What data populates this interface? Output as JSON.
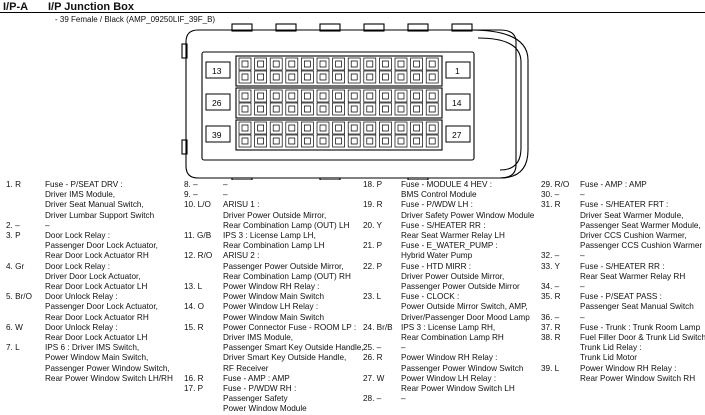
{
  "header": {
    "code": "I/P-A",
    "title": "I/P Junction Box",
    "subtitle": "- 39 Female / Black (AMP_09250LIF_39F_B)"
  },
  "connector": {
    "labels": {
      "r1_left": "13",
      "r1_right": "1",
      "r2_left": "26",
      "r2_right": "14",
      "r3_left": "39",
      "r3_right": "27"
    }
  },
  "pins": {
    "col1": [
      {
        "num": "1. R",
        "lines": [
          "Fuse - P/SEAT DRV :",
          "Driver IMS Module,",
          "Driver Seat Manual Switch,",
          "Driver Lumbar Support Switch"
        ]
      },
      {
        "num": "2. –",
        "lines": [
          "–"
        ]
      },
      {
        "num": "3. P",
        "lines": [
          "Door Lock Relay :",
          "Passenger Door Lock Actuator,",
          "Rear Door Lock Actuator RH"
        ]
      },
      {
        "num": "4. Gr",
        "lines": [
          "Door Lock Relay :",
          "Driver Door Lock Actuator,",
          "Rear Door Lock Actuator LH"
        ]
      },
      {
        "num": "5. Br/O",
        "lines": [
          "Door Unlock Relay :",
          "Passenger Door Lock Actuator,",
          "Rear Door Lock Actuator RH"
        ]
      },
      {
        "num": "6. W",
        "lines": [
          "Door Unlock Relay :",
          "Rear Door Lock Actuator LH"
        ]
      },
      {
        "num": "7. L",
        "lines": [
          "IPS 6 : Driver IMS Switch,",
          "Power Window Main Switch,",
          "Passenger Power Window Switch,",
          "Rear Power Window Switch LH/RH"
        ]
      }
    ],
    "col2": [
      {
        "num": "8. –",
        "lines": [
          "–"
        ]
      },
      {
        "num": "9. –",
        "lines": [
          "–"
        ]
      },
      {
        "num": "10. L/O",
        "lines": [
          "ARISU 1 :",
          "Driver Power Outside Mirror,",
          "Rear Combination Lamp (OUT) LH"
        ]
      },
      {
        "num": "11. G/B",
        "lines": [
          "IPS 3 : License Lamp LH,",
          "Rear Combination Lamp LH"
        ]
      },
      {
        "num": "12. R/O",
        "lines": [
          "ARISU 2 :",
          "Passenger Power Outside Mirror,",
          "Rear Combination Lamp (OUT) RH"
        ]
      },
      {
        "num": "13. L",
        "lines": [
          "Power Window RH Relay :",
          "Power Window Main Switch"
        ]
      },
      {
        "num": "14. O",
        "lines": [
          "Power Window LH Relay :",
          "Power Window Main Switch"
        ]
      },
      {
        "num": "15. R",
        "lines": [
          "Power Connector Fuse - ROOM LP :",
          "Driver IMS Module,",
          "Passenger Smart Key Outside Handle,",
          "Driver Smart Key Outside Handle,",
          "RF Receiver"
        ]
      },
      {
        "num": "16. R",
        "lines": [
          "Fuse - AMP : AMP"
        ]
      },
      {
        "num": "17. P",
        "lines": [
          "Fuse - P/WDW RH :",
          "Passenger Safety",
          "Power Window Module"
        ]
      }
    ],
    "col3": [
      {
        "num": "18. P",
        "lines": [
          "Fuse - MODULE 4 HEV :",
          "BMS Control Module"
        ]
      },
      {
        "num": "19. R",
        "lines": [
          "Fuse - P/WDW LH :",
          "Driver Safety Power Window Module"
        ]
      },
      {
        "num": "20. Y",
        "lines": [
          "Fuse - S/HEATER RR :",
          "Rear Seat Warmer Relay LH"
        ]
      },
      {
        "num": "21. P",
        "lines": [
          "Fuse - E_WATER_PUMP :",
          "Hybrid Water Pump"
        ]
      },
      {
        "num": "22. P",
        "lines": [
          "Fuse - HTD MIRR :",
          "Driver Power Outside Mirror,",
          "Passenger Power Outside Mirror"
        ]
      },
      {
        "num": "23. L",
        "lines": [
          "Fuse - CLOCK :",
          "Power Outside Mirror Switch, AMP,",
          "Driver/Passenger Door Mood Lamp"
        ]
      },
      {
        "num": "24. Br/B",
        "lines": [
          "IPS 3 : License Lamp RH,",
          "Rear Combination Lamp RH"
        ]
      },
      {
        "num": "25. –",
        "lines": [
          "–"
        ]
      },
      {
        "num": "26. R",
        "lines": [
          "Power Window RH Relay :",
          "Passenger Power Window Switch"
        ]
      },
      {
        "num": "27. W",
        "lines": [
          "Power Window LH Relay :",
          "Rear Power Window Switch LH"
        ]
      },
      {
        "num": "28. –",
        "lines": [
          "–"
        ]
      }
    ],
    "col4": [
      {
        "num": "29. R/O",
        "lines": [
          "Fuse - AMP : AMP"
        ]
      },
      {
        "num": "30. –",
        "lines": [
          "–"
        ]
      },
      {
        "num": "31. R",
        "lines": [
          "Fuse - S/HEATER FRT :",
          "Driver Seat Warmer Module,",
          "Passenger Seat Warmer Module,",
          "Driver CCS Cushion Warmer,",
          "Passenger CCS Cushion Warmer"
        ]
      },
      {
        "num": "32. –",
        "lines": [
          "–"
        ]
      },
      {
        "num": "33. Y",
        "lines": [
          "Fuse - S/HEATER RR :",
          "Rear Seat Warmer Relay RH"
        ]
      },
      {
        "num": "34. –",
        "lines": [
          "–"
        ]
      },
      {
        "num": "35. R",
        "lines": [
          "Fuse - P/SEAT PASS :",
          "Passenger Seat Manual Switch"
        ]
      },
      {
        "num": "36. –",
        "lines": [
          "–"
        ]
      },
      {
        "num": "37. R",
        "lines": [
          "Fuse - Trunk : Trunk Room Lamp"
        ]
      },
      {
        "num": "38. R",
        "lines": [
          "Fuel Filler Door & Trunk Lid Switch"
        ]
      },
      {
        "num": "",
        "lines": [
          "Trunk Lid Relay :",
          "Trunk Lid Motor"
        ]
      },
      {
        "num": "39. L",
        "lines": [
          "Power Window RH Relay :",
          "Rear Power Window Switch RH"
        ]
      }
    ]
  }
}
